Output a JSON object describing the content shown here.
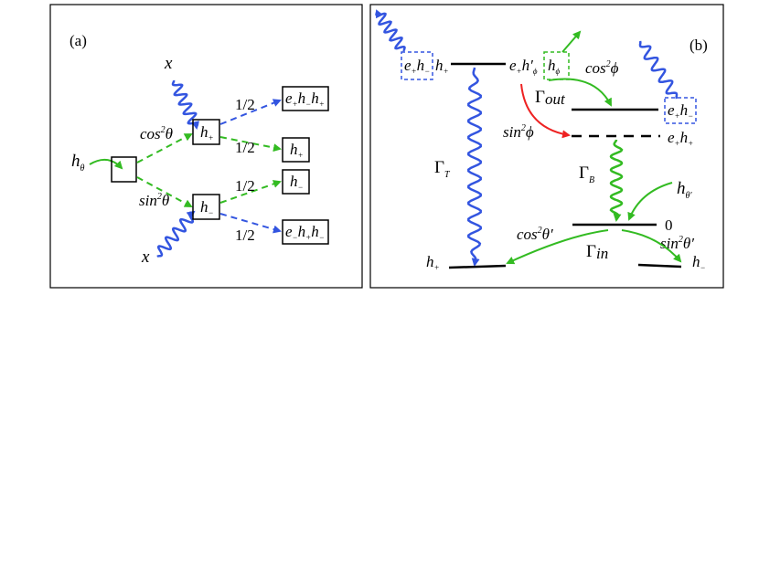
{
  "panel_a": {
    "label": "(a)",
    "x_top": "x",
    "x_bottom": "x",
    "h_theta": {
      "base": "h",
      "sub": "θ"
    },
    "cos_theta": {
      "base": "cos",
      "sup": "2",
      "tail": "θ"
    },
    "sin_theta": {
      "base": "sin",
      "sup": "2",
      "tail": "θ"
    },
    "h_plus_box": {
      "base": "h",
      "sub": "+"
    },
    "h_minus_box": {
      "base": "h",
      "sub": "−"
    },
    "half_1": "1/2",
    "half_2": "1/2",
    "half_3": "1/2",
    "half_4": "1/2",
    "out_1": [
      {
        "b": "e",
        "s": "+"
      },
      {
        "b": "h",
        "s": "−"
      },
      {
        "b": "h",
        "s": "+"
      }
    ],
    "out_2": {
      "base": "h",
      "sub": "+"
    },
    "out_3": {
      "base": "h",
      "sub": "−"
    },
    "out_4": [
      {
        "b": "e",
        "s": "−"
      },
      {
        "b": "h",
        "s": "+"
      },
      {
        "b": "h",
        "s": "−"
      }
    ]
  },
  "panel_b": {
    "label": "(b)",
    "top_left_box": [
      {
        "b": "e",
        "s": "+"
      },
      {
        "b": "h",
        "s": "−"
      }
    ],
    "top_left_h": {
      "base": "h",
      "sub": "+"
    },
    "top_mid": [
      {
        "b": "e",
        "s": "+"
      },
      {
        "b": "h′",
        "s": "ϕ"
      }
    ],
    "top_mid_box": {
      "base": "h",
      "sub": "ϕ"
    },
    "cos_phi": {
      "base": "cos",
      "sup": "2",
      "tail": "ϕ"
    },
    "sin_phi": {
      "base": "sin",
      "sup": "2",
      "tail": "ϕ"
    },
    "gamma_out": {
      "base": "Γ",
      "sub": "out"
    },
    "right_box": [
      {
        "b": "e",
        "s": "+"
      },
      {
        "b": "h",
        "s": "−"
      }
    ],
    "e_plus_h_plus": [
      {
        "b": "e",
        "s": "+"
      },
      {
        "b": "h",
        "s": "+"
      }
    ],
    "gamma_T": {
      "base": "Γ",
      "sub": "T"
    },
    "gamma_B": {
      "base": "Γ",
      "sub": "B"
    },
    "h_theta_prime": {
      "base": "h",
      "sub": "θ′"
    },
    "zero": "0",
    "cos_theta_prime": {
      "base": "cos",
      "sup": "2",
      "tail": "θ′"
    },
    "sin_theta_prime": {
      "base": "sin",
      "sup": "2",
      "tail": "θ′"
    },
    "gamma_in": {
      "base": "Γ",
      "sub": "in"
    },
    "h_plus_bottom": {
      "base": "h",
      "sub": "+"
    },
    "h_minus_bottom": {
      "base": "h",
      "sub": "−"
    }
  },
  "colors": {
    "blue": "#3355e0",
    "green": "#33bb22",
    "red": "#ee2222"
  }
}
